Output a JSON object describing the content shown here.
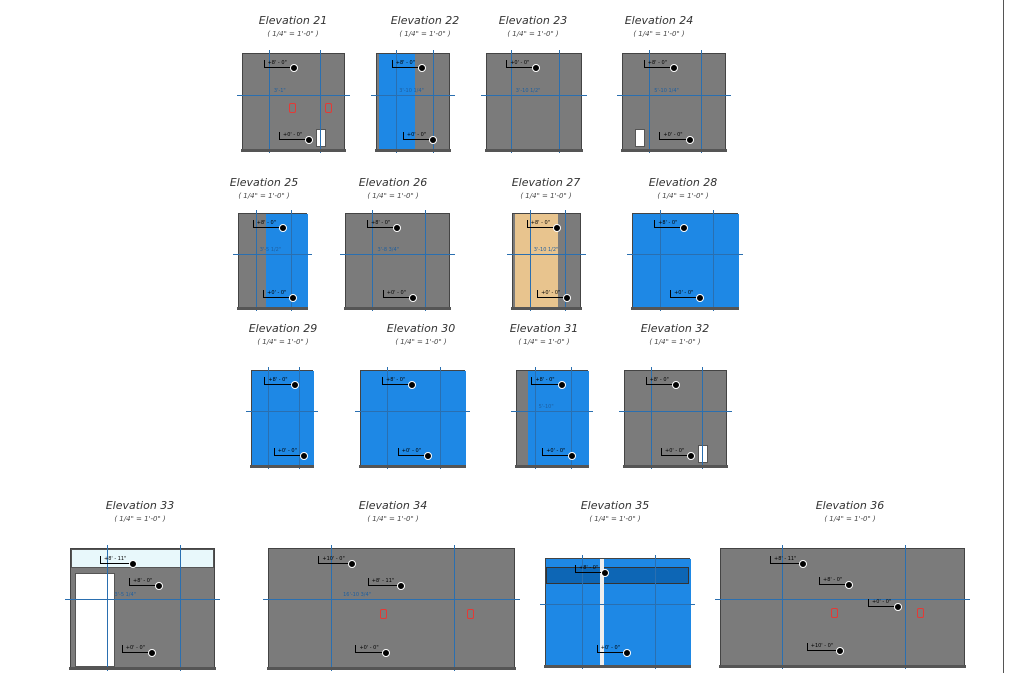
{
  "sheet": {
    "fill_colors": {
      "wall": "#7b7b7b",
      "tile_blue": "#1e88e5",
      "wood_tan": "#e8c48e",
      "dimension": "#2a6fb0",
      "fixture_red": "#e53935"
    }
  },
  "elevations": [
    {
      "title": "Elevation 21",
      "scale": "( 1/4\" = 1'-0\" )",
      "markers": [
        "+8' - 0\"",
        "+0' - 0\""
      ],
      "dims": [
        "3'-1\""
      ]
    },
    {
      "title": "Elevation 22",
      "scale": "( 1/4\" = 1'-0\" )",
      "markers": [
        "+8' - 0\"",
        "+0' - 0\""
      ],
      "dims": [
        "3'-10 1/4\""
      ]
    },
    {
      "title": "Elevation 23",
      "scale": "( 1/4\" = 1'-0\" )",
      "markers": [
        "+0' - 0\""
      ],
      "dims": [
        "3'-10 1/2\""
      ]
    },
    {
      "title": "Elevation 24",
      "scale": "( 1/4\" = 1'-0\" )",
      "markers": [
        "+8' - 0\"",
        "+0' - 0\""
      ],
      "dims": [
        "5'-10 1/4\""
      ]
    },
    {
      "title": "Elevation 25",
      "scale": "( 1/4\" = 1'-0\" )",
      "markers": [
        "+8' - 0\"",
        "+0' - 0\""
      ],
      "dims": [
        "3'-5 1/2\""
      ]
    },
    {
      "title": "Elevation 26",
      "scale": "( 1/4\" = 1'-0\" )",
      "markers": [
        "+8' - 0\"",
        "+0' - 0\""
      ],
      "dims": [
        "3'-8 3/4\""
      ]
    },
    {
      "title": "Elevation 27",
      "scale": "( 1/4\" = 1'-0\" )",
      "markers": [
        "+8' - 0\"",
        "+0' - 0\""
      ],
      "dims": [
        "3'-10 1/2\""
      ]
    },
    {
      "title": "Elevation 28",
      "scale": "( 1/4\" = 1'-0\" )",
      "markers": [
        "+8' - 0\"",
        "+0' - 0\""
      ],
      "dims": []
    },
    {
      "title": "Elevation 29",
      "scale": "( 1/4\" = 1'-0\" )",
      "markers": [
        "+8' - 0\"",
        "+0' - 0\""
      ],
      "dims": []
    },
    {
      "title": "Elevation 30",
      "scale": "( 1/4\" = 1'-0\" )",
      "markers": [
        "+8' - 0\"",
        "+0' - 0\""
      ],
      "dims": []
    },
    {
      "title": "Elevation 31",
      "scale": "( 1/4\" = 1'-0\" )",
      "markers": [
        "+8' - 0\"",
        "+0' - 0\""
      ],
      "dims": [
        "5'-10\""
      ]
    },
    {
      "title": "Elevation 32",
      "scale": "( 1/4\" = 1'-0\" )",
      "markers": [
        "+8' - 0\"",
        "+0' - 0\""
      ],
      "dims": []
    },
    {
      "title": "Elevation 33",
      "scale": "( 1/4\" = 1'-0\" )",
      "markers": [
        "+8' - 11\"",
        "+8' - 0\"",
        "+0' - 0\""
      ],
      "dims": [
        "3'-5 1/4\""
      ]
    },
    {
      "title": "Elevation 34",
      "scale": "( 1/4\" = 1'-0\" )",
      "markers": [
        "+10' - 0\"",
        "+8' - 11\"",
        "+0' - 0\""
      ],
      "dims": [
        "16'-10 3/4\""
      ]
    },
    {
      "title": "Elevation 35",
      "scale": "( 1/4\" = 1'-0\" )",
      "markers": [
        "+8' - 0\"",
        "+0' - 0\""
      ],
      "dims": []
    },
    {
      "title": "Elevation 36",
      "scale": "( 1/4\" = 1'-0\" )",
      "markers": [
        "+8' - 11\"",
        "+8' - 0\"",
        "+0' - 0\"",
        "+10' - 0\""
      ],
      "dims": []
    }
  ]
}
